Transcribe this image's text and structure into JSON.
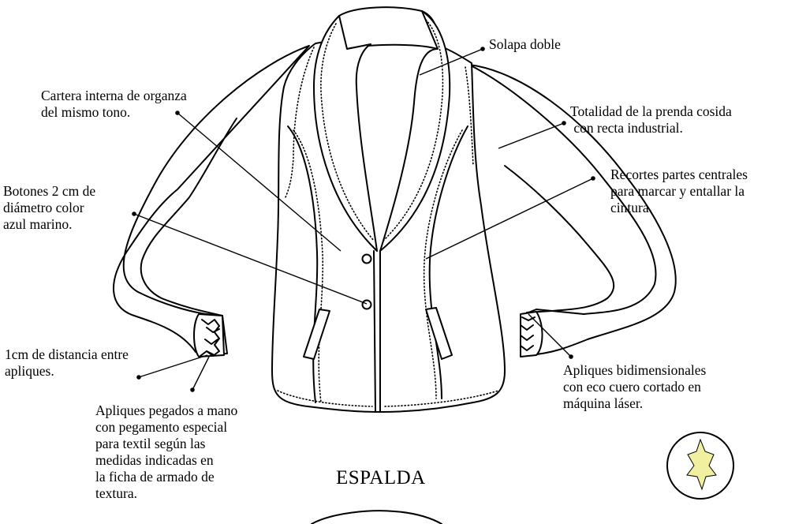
{
  "labels": {
    "solapa": "Solapa doble",
    "cartera": "Cartera interna de organza\ndel mismo tono.",
    "totalidad": "Totalidad de la prenda cosida\n con recta industrial.",
    "botones": "Botones 2 cm de\ndiámetro color\nazul marino.",
    "recortes": "Recortes partes centrales\npara marcar y entallar la\ncintura.",
    "distancia": "1cm de distancia entre\napliques.",
    "apliques_bidim": "Apliques bidimensionales\ncon eco cuero cortado en\nmáquina láser.",
    "apliques_pegados": "Apliques pegados a mano\ncon pegamento especial\npara textil según las\nmedidas indicadas en\nla ficha de armado de\ntextura."
  },
  "heading": "ESPALDA",
  "colors": {
    "line": "#000000",
    "applique_fill": "#f0f0a0"
  }
}
